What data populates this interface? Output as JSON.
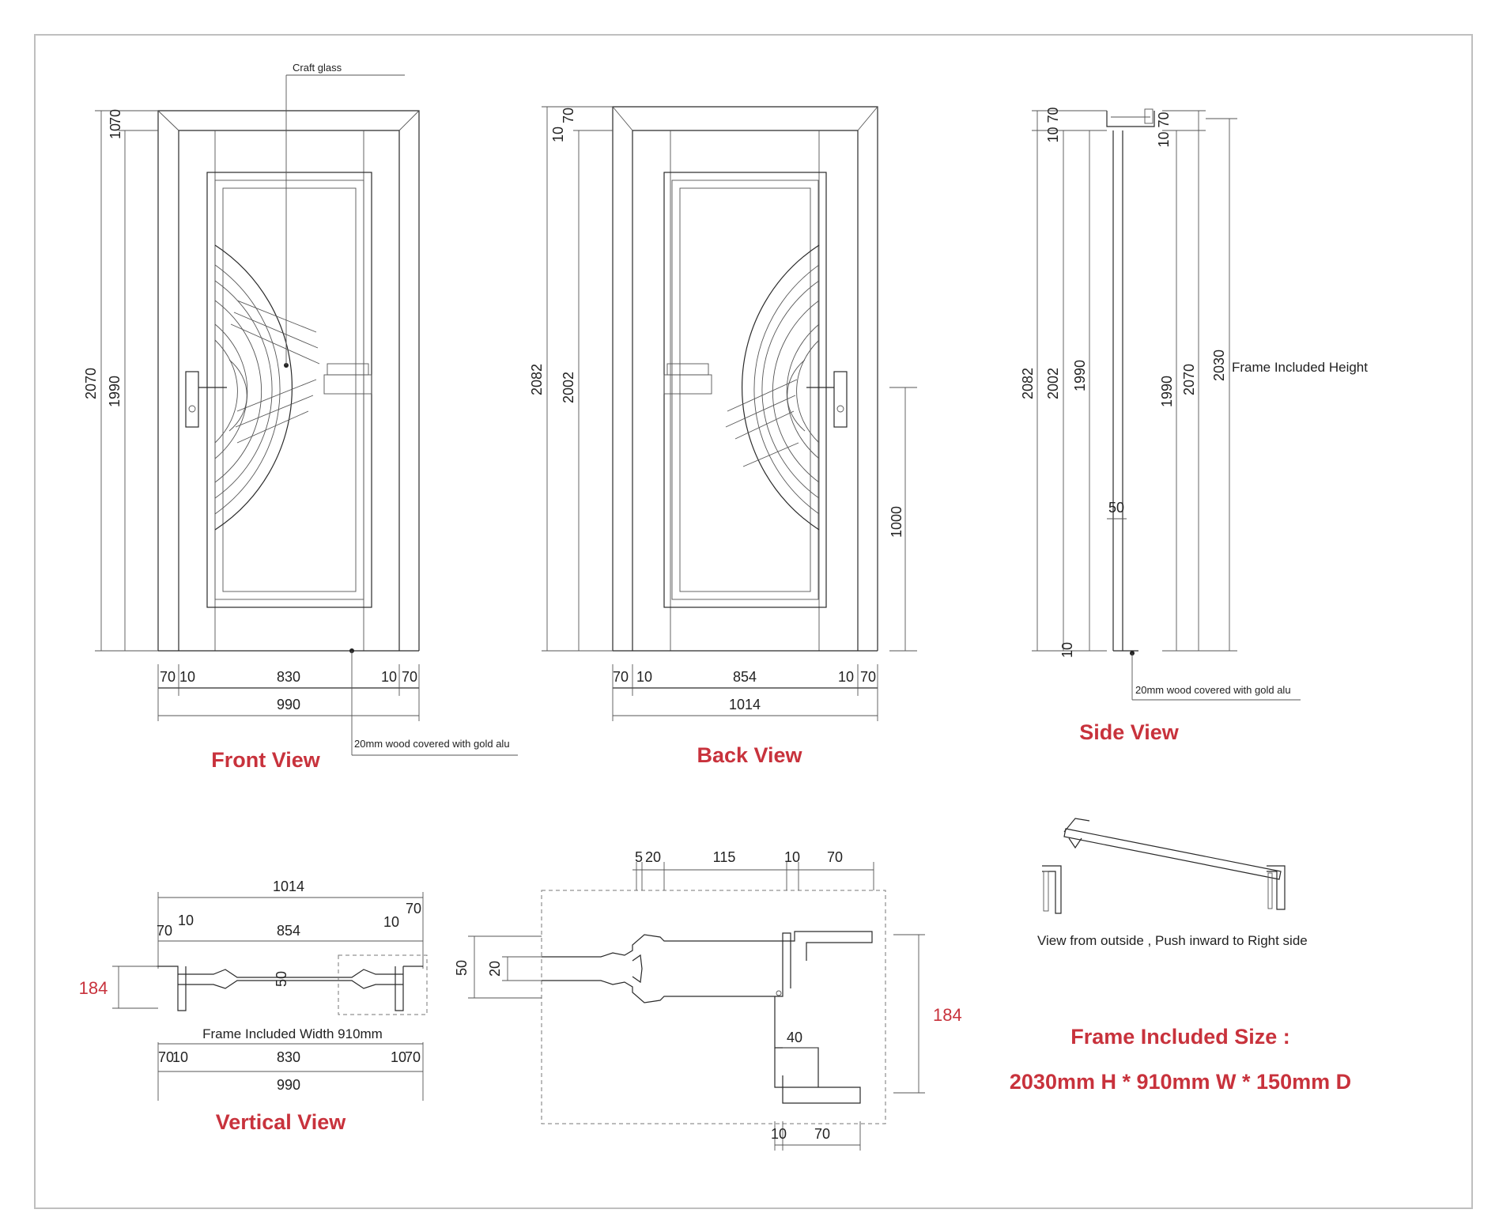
{
  "colors": {
    "accent": "#c8323c",
    "line": "#2a2a2a",
    "frame": "#bfbfbf"
  },
  "titles": {
    "front": "Front View",
    "back": "Back View",
    "side": "Side View",
    "vertical": "Vertical View"
  },
  "notes": {
    "craft_glass": "Craft glass",
    "wood_front": "20mm wood covered with gold alu",
    "wood_side": "20mm wood covered with gold alu",
    "frame_height": "Frame Included Height",
    "frame_width": "Frame Included Width 910mm",
    "push": "View from outside , Push inward to Right side",
    "size_title": "Frame Included Size :",
    "size_value": "2030mm H * 910mm W * 150mm D"
  },
  "front_dims": {
    "top_small_a": "10",
    "top_small_b": "70",
    "h_outer": "2070",
    "h_inner": "1990",
    "w_70_l": "70",
    "w_10_l": "10",
    "w_mid": "830",
    "w_10_r": "10",
    "w_70_r": "70",
    "w_total": "990"
  },
  "back_dims": {
    "top_small_a": "10",
    "top_small_b": "70",
    "h_outer": "2082",
    "h_inner": "2002",
    "handle_h": "1000",
    "w_70_l": "70",
    "w_10_l": "10",
    "w_mid": "854",
    "w_10_r": "10",
    "w_70_r": "70",
    "w_total": "1014"
  },
  "side_dims": {
    "top_l": "10 70",
    "top_r": "10 70",
    "h_2082": "2082",
    "h_2002": "2002",
    "h_1990_l": "1990",
    "h_1990_r": "1990",
    "h_2070": "2070",
    "h_2030": "2030",
    "thickness": "50",
    "bottom": "10"
  },
  "vertical_dims": {
    "w_total_top": "1014",
    "w_10_l": "10",
    "w_70_l": "70",
    "w_mid_top": "854",
    "w_10_r": "10",
    "w_70_r": "70",
    "depth": "184",
    "thick": "50",
    "b_70_l": "70",
    "b_10_l": "10",
    "b_mid": "830",
    "b_10_r": "10",
    "b_70_r": "70",
    "b_total": "990"
  },
  "detail_dims": {
    "t_5": "5",
    "t_20": "20",
    "t_115": "115",
    "t_10": "10",
    "t_70": "70",
    "l_50": "50",
    "l_20": "20",
    "r_184": "184",
    "i_40": "40",
    "b_10": "10",
    "b_70": "70"
  }
}
